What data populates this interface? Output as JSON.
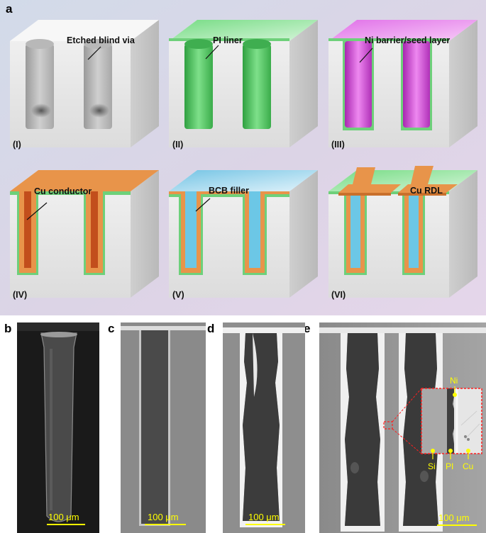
{
  "panel_a": {
    "label": "a",
    "steps": [
      {
        "roman": "(I)",
        "callout": "Etched blind via"
      },
      {
        "roman": "(II)",
        "callout": "PI liner"
      },
      {
        "roman": "(III)",
        "callout": "Ni barrier/seed layer"
      },
      {
        "roman": "(IV)",
        "callout": "Cu conductor"
      },
      {
        "roman": "(V)",
        "callout": "BCB filler"
      },
      {
        "roman": "(VI)",
        "callout": "Cu RDL"
      }
    ]
  },
  "sem_panels": [
    {
      "label": "b",
      "scale_bar": "100 μm"
    },
    {
      "label": "c",
      "scale_bar": "100 μm"
    },
    {
      "label": "d",
      "scale_bar": "100 μm"
    },
    {
      "label": "e",
      "scale_bar": "100 μm"
    }
  ],
  "inset_labels": {
    "ni": "Ni",
    "si": "Si",
    "pi": "PI",
    "cu": "Cu"
  },
  "colors": {
    "silicon": "#e6e6e6",
    "pi_liner": "#6ed07a",
    "ni_seed": "#e060e0",
    "cu": "#e8944a",
    "bcb": "#6cc7e6",
    "annotation": "#ffff00",
    "inset_border": "#ff2020"
  }
}
